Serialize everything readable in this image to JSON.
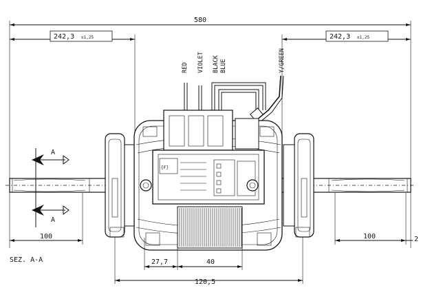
{
  "dimensions": {
    "overall_length": "580",
    "left_shaft": "242,3",
    "left_shaft_tolerance": "±1,25",
    "right_shaft": "242,3",
    "right_shaft_tolerance": "±1,25",
    "left_end": "100",
    "right_end": "100",
    "right_offset": "2",
    "mount_offset": "27,7",
    "core_width": "40",
    "body_width": "120,5"
  },
  "wires": [
    "RED",
    "VIOLET",
    "BLACK",
    "BLUE",
    "Y/GREEN"
  ],
  "section": {
    "title": "SEZ. A-A",
    "marker_top": "A",
    "marker_bottom": "A"
  }
}
